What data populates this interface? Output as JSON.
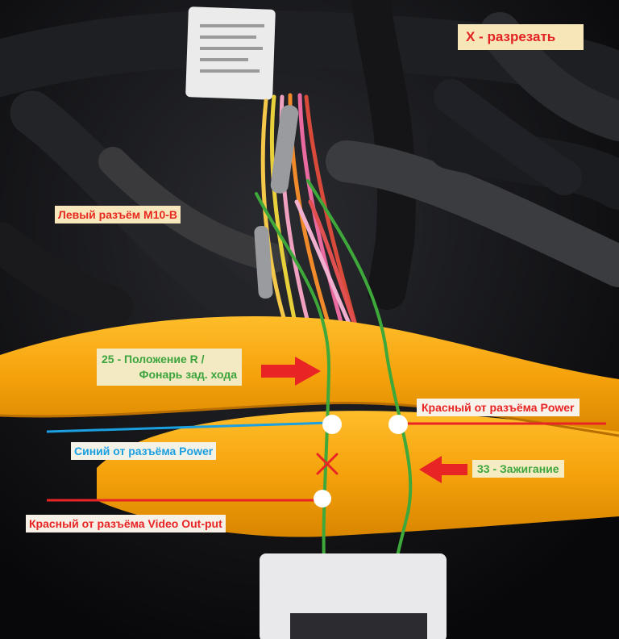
{
  "labels": {
    "cut": "X - разрезать",
    "left_connector": "Левый разъём M10-B",
    "reverse_line1": "25 - Положение R /",
    "reverse_line2": "Фонарь зад. хода",
    "red_power": "Красный от разъёма Power",
    "blue_power": "Синий от разъёма Power",
    "ignition": "33 - Зажигание",
    "red_video": "Красный от разъёма Video Out-put"
  },
  "colors": {
    "red": "#e82424",
    "blue": "#1a9fe0",
    "green": "#3da53d",
    "trim_orange": "#f5a20c"
  }
}
